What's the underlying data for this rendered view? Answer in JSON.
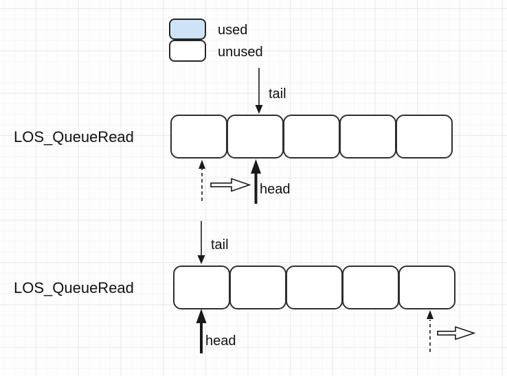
{
  "legend": {
    "used": {
      "label": "used",
      "swatch_color": "#cfe3f7"
    },
    "unused": {
      "label": "unused",
      "swatch_color": "#ffffff"
    }
  },
  "queues": [
    {
      "label": "LOS_QueueRead",
      "cell_count": 5,
      "tail_label": "tail",
      "head_label": "head"
    },
    {
      "label": "LOS_QueueRead",
      "cell_count": 5,
      "tail_label": "tail",
      "head_label": "head"
    }
  ],
  "colors": {
    "stroke": "#1a1a1a",
    "cell_border": "#2e2e2e",
    "cell_fill": "#ffffff",
    "grid_major": "#e9e9e9",
    "grid_minor": "#f6f6f6"
  }
}
